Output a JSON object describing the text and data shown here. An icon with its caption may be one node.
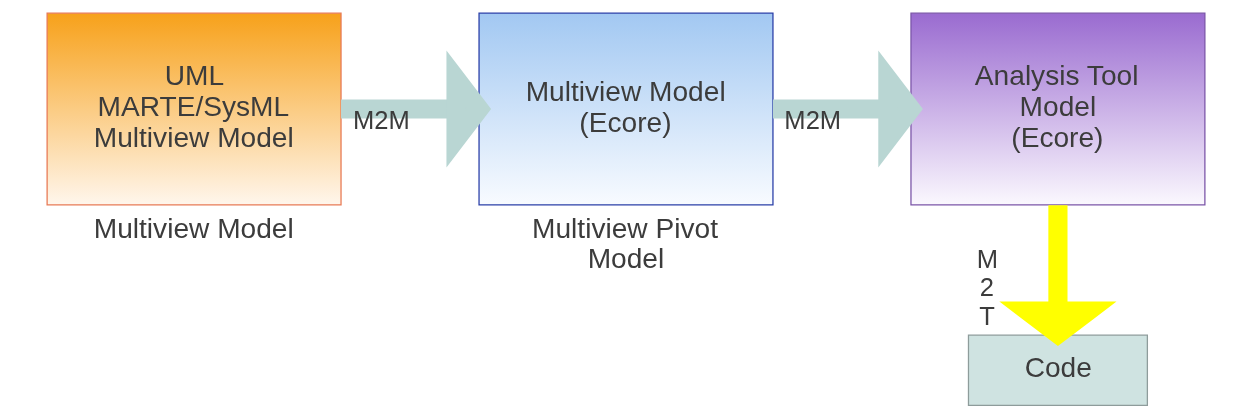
{
  "diagram": {
    "nodes": [
      {
        "text": [
          "UML MARTE/SysML Multiview Model"
        ],
        "beside": [
          "Multiview Model"
        ]
      },
      {
        "text": [
          "Multiview Model (Ecore)"
        ],
        "beside": [
          "Multiview Pivot Model"
        ]
      },
      {
        "text": [
          "Analysis Tool Model (Ecore)"
        ]
      },
      {
        "text": [
          "Code"
        ]
      }
    ],
    "edges": [
      {
        "from": 0,
        "to": 1,
        "arrow": "to",
        "label": "M2M"
      },
      {
        "from": 1,
        "to": 2,
        "arrow": "to",
        "label": "M2M"
      },
      {
        "from": 2,
        "to": 3,
        "arrow": "to",
        "label": "M 2 T",
        "color": "#ffff00"
      }
    ]
  }
}
